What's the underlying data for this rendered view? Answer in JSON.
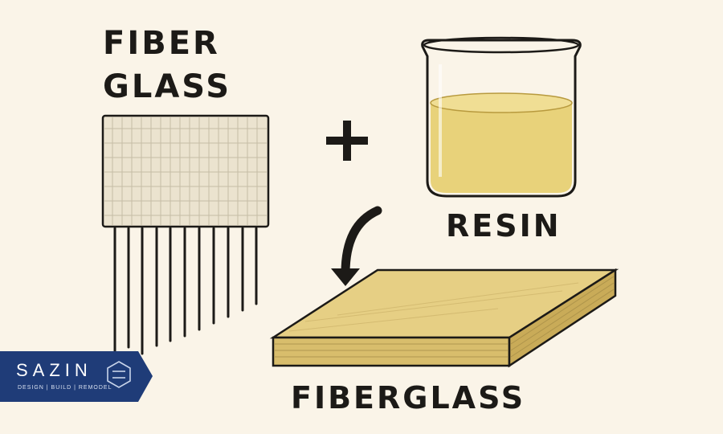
{
  "labels": {
    "fiber_glass_line1": "FIBER",
    "fiber_glass_line2": "GLASS",
    "resin": "RESIN",
    "result": "FIBERGLASS"
  },
  "operator": "+",
  "logo": {
    "name": "SAZIN",
    "tagline": "DESIGN  |  BUILD  |  REMODEL",
    "color": "#1f3c78"
  },
  "colors": {
    "background": "#faf4e8",
    "ink": "#1c1a17",
    "resin": "#e8d27a",
    "fiber_mat": "#ebe3cf",
    "panel_top": "#e6cf84",
    "panel_edge": "#d8bd6c"
  },
  "icons": {
    "arrow": "curved-arrow-down",
    "beaker": "beaker-icon",
    "fiber_mat": "fiber-mat-icon",
    "panel": "fiberglass-panel-icon"
  }
}
